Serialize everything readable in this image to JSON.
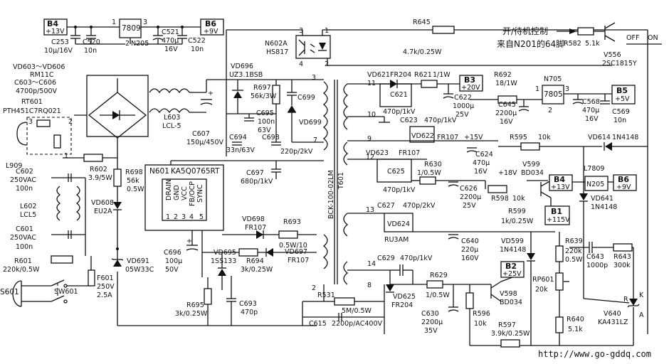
{
  "components": {
    "b4_in": {
      "ref": "B4",
      "val": "+13V"
    },
    "c253": {
      "ref": "C253",
      "val": "10µ/16V"
    },
    "c520": {
      "ref": "C520",
      "val": "10n"
    },
    "u7809": {
      "ref": "7809",
      "pin1": "1",
      "pin3": "3",
      "pin2": "2",
      "name": "N205"
    },
    "c521": {
      "ref": "C521",
      "val": "470µ",
      "val2": "16V"
    },
    "c522": {
      "ref": "C522",
      "val": "10n"
    },
    "b6_out": {
      "ref": "B6",
      "val": "+9V"
    },
    "vd603": {
      "ref": "VD603～VD606",
      "val": "RM11C",
      "c": "C603～C606",
      "cval": "4700p/500V"
    },
    "rt601": {
      "ref": "RT601",
      "val": "PTH451C7RQ021",
      "p3": "3",
      "p2": "2",
      "p1": "1"
    },
    "l909": {
      "ref": "L909"
    },
    "c602": {
      "ref": "C602",
      "val": "250VAC",
      "val2": "100n"
    },
    "r602": {
      "ref": "R602",
      "val": "3.9/5W"
    },
    "l602": {
      "ref": "L602",
      "val": "LCL5"
    },
    "c601": {
      "ref": "C601",
      "val": "250VAC",
      "val2": "100n"
    },
    "r601": {
      "ref": "R601",
      "val": "220k/0.5W"
    },
    "s601": {
      "ref": "S601"
    },
    "sw601": {
      "ref": "SW601"
    },
    "f601": {
      "ref": "F601",
      "val": "250V",
      "val2": "2.5A"
    },
    "l603": {
      "ref": "L603",
      "val": "LCL-5"
    },
    "c607": {
      "ref": "C607",
      "val": "150µ/450V"
    },
    "vd696": {
      "ref": "VD696",
      "val": "UZ3.1BSB"
    },
    "r697": {
      "ref": "R697",
      "val": "56k/3W"
    },
    "c699": {
      "ref": "C699"
    },
    "c695": {
      "ref": "C695",
      "val": "100n",
      "val2": "63V"
    },
    "vd699": {
      "ref": "VD699"
    },
    "c694": {
      "ref": "C694",
      "val": "33n/63V"
    },
    "c698": {
      "ref": "C698",
      "val": "220p/2kV"
    },
    "c697": {
      "ref": "C697",
      "val": "680p/1kV"
    },
    "r698": {
      "ref": "R698",
      "val": "56k",
      "val2": "0.5W"
    },
    "vd608": {
      "ref": "VD608",
      "val": "EU2A"
    },
    "n601": {
      "ref": "N601",
      "val": "KA5Q0765RT",
      "pins": [
        "DRAIN",
        "GND",
        "VCC",
        "FB/OCP",
        "SYNC"
      ],
      "nums": [
        "1",
        "2",
        "3",
        "4",
        "5"
      ]
    },
    "vd691": {
      "ref": "VD691",
      "val": "05W33C"
    },
    "c696": {
      "ref": "C696",
      "val": "100µ",
      "val2": "50V"
    },
    "vd698": {
      "ref": "VD698",
      "val": "FR107"
    },
    "r693": {
      "ref": "R693",
      "val": "0.5W/10"
    },
    "vd695": {
      "ref": "VD695",
      "val": "1SS133"
    },
    "r694": {
      "ref": "R694",
      "val": "3k/0.25W"
    },
    "vd697": {
      "ref": "VD697",
      "val": "FR107"
    },
    "r695": {
      "ref": "R695",
      "val": "3k/0.25W"
    },
    "c693": {
      "ref": "C693",
      "val": "470p"
    },
    "n602a": {
      "ref": "N602A",
      "val": "HS817",
      "p3": "3",
      "p1": "1",
      "p4": "4",
      "p2": "2"
    },
    "r645": {
      "ref": "R645",
      "val": "4.7k/0.25W"
    },
    "t601": {
      "ref": "T601",
      "val": "BCK-100-02LM",
      "pins": [
        "3",
        "7",
        "2",
        "11",
        "10",
        "9",
        "12",
        "13",
        "14",
        "8"
      ]
    },
    "vd621": {
      "ref": "VD621",
      "val": "FR204"
    },
    "r621": {
      "ref": "R621",
      "val": "1/1W"
    },
    "b3": {
      "ref": "B3",
      "val": "+20V"
    },
    "c621": {
      "ref": "C621",
      "val": "470p/1kV"
    },
    "c622": {
      "ref": "C622",
      "val": "1000µ",
      "val2": "25V"
    },
    "c623": {
      "ref": "C623",
      "val": "470p/1kV"
    },
    "vd622": {
      "ref": "VD622",
      "val": "FR107"
    },
    "v15": {
      "val": "+15V"
    },
    "c624": {
      "ref": "C624",
      "val": "470µ",
      "val2": "16V"
    },
    "vd623": {
      "ref": "VD623",
      "val": "FR107"
    },
    "c625": {
      "ref": "C625",
      "val": "470p/1kV"
    },
    "r630": {
      "ref": "R630",
      "val": "1/0.5W"
    },
    "c626": {
      "ref": "C626",
      "val": "2200µ",
      "val2": "25V"
    },
    "v18": {
      "val": "+18V"
    },
    "c627": {
      "ref": "C627",
      "val": "470p/2kV"
    },
    "vd624": {
      "ref": "VD624",
      "val": "RU3AM"
    },
    "c640": {
      "ref": "C640",
      "val": "220µ",
      "val2": "160V"
    },
    "c629": {
      "ref": "C629",
      "val": "470p/1kV"
    },
    "vd625": {
      "ref": "VD625",
      "val": "FR204"
    },
    "r629": {
      "ref": "R629",
      "val": "1/0.5W"
    },
    "c630": {
      "ref": "C630",
      "val": "2200µ",
      "val2": "35V"
    },
    "r531": {
      "ref": "R531",
      "val": "5M/0.5W"
    },
    "c615": {
      "ref": "C615",
      "val": "2200p/AC400V"
    },
    "r596": {
      "ref": "R596",
      "val": "10k"
    },
    "b2": {
      "ref": "B2",
      "val": "+25V"
    },
    "v598": {
      "ref": "V598",
      "val": "BD034"
    },
    "r597": {
      "ref": "R597",
      "val": "3.9k/0.25W"
    },
    "r692": {
      "ref": "R692",
      "val": "18/1W"
    },
    "n705": {
      "ref": "N705",
      "chip": "7805",
      "p1": "1",
      "p3": "3",
      "p2": "2"
    },
    "c645": {
      "ref": "C645",
      "val": "2200µ",
      "val2": "16V"
    },
    "c568": {
      "ref": "C568",
      "val": "470µ",
      "val2": "16V"
    },
    "c569": {
      "ref": "C569",
      "val": "10n"
    },
    "b5": {
      "ref": "B5",
      "val": "+5V"
    },
    "r595": {
      "ref": "R595",
      "val": "10k"
    },
    "vd614": {
      "ref": "VD614",
      "val": "1N4148"
    },
    "v599": {
      "ref": "V599",
      "val": "BD034"
    },
    "r598": {
      "ref": "R598",
      "val": "10k"
    },
    "b4_out": {
      "ref": "B4",
      "val": "+13V"
    },
    "l7809": {
      "ref": "L7809",
      "name": "N205"
    },
    "b6_b": {
      "ref": "B6",
      "val": "+9V"
    },
    "r599": {
      "ref": "R599",
      "val": "1k/0.25W"
    },
    "b1": {
      "ref": "B1",
      "val": "+115V"
    },
    "vd641": {
      "ref": "VD641",
      "val": "1N4148"
    },
    "vd599": {
      "ref": "VD599",
      "val": "1N4148"
    },
    "r639": {
      "ref": "R639",
      "val": "220k",
      "val2": "0.5W"
    },
    "c643": {
      "ref": "C643",
      "val": "1000p"
    },
    "r643": {
      "ref": "R643",
      "val": "300k"
    },
    "rp601": {
      "ref": "RP601",
      "val": "20k"
    },
    "r640": {
      "ref": "R640",
      "val": "5.1k"
    },
    "v640": {
      "ref": "V640",
      "val": "KA431LZ",
      "r": "R",
      "k": "K",
      "a": "A"
    },
    "r582": {
      "ref": "R582",
      "val": "5.1k"
    },
    "v556": {
      "ref": "V556",
      "val": "2SC1815Y"
    },
    "standby": {
      "line1": "开/待机控制",
      "line2": "来自N201的64脚"
    },
    "switch": {
      "off": "OFF",
      "on": "ON"
    }
  },
  "watermark": "http://www.go-gddq.com"
}
